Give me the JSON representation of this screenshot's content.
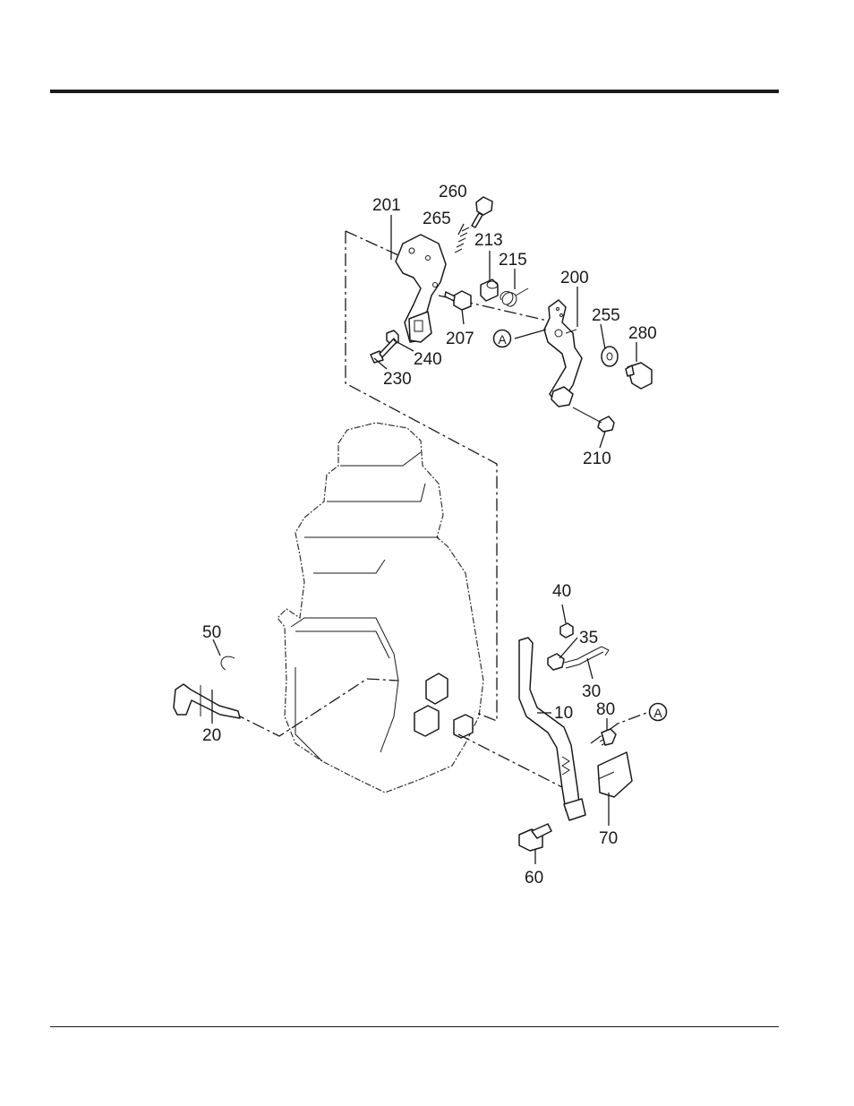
{
  "callouts": [
    {
      "id": "c201",
      "text": "201"
    },
    {
      "id": "c260",
      "text": "260"
    },
    {
      "id": "c265",
      "text": "265"
    },
    {
      "id": "c213",
      "text": "213"
    },
    {
      "id": "c215",
      "text": "215"
    },
    {
      "id": "c200",
      "text": "200"
    },
    {
      "id": "c255",
      "text": "255"
    },
    {
      "id": "c280",
      "text": "280"
    },
    {
      "id": "c207",
      "text": "207"
    },
    {
      "id": "c240",
      "text": "240"
    },
    {
      "id": "c230",
      "text": "230"
    },
    {
      "id": "c210",
      "text": "210"
    },
    {
      "id": "c40",
      "text": "40"
    },
    {
      "id": "c35",
      "text": "35"
    },
    {
      "id": "c30",
      "text": "30"
    },
    {
      "id": "c10",
      "text": "10"
    },
    {
      "id": "c80",
      "text": "80"
    },
    {
      "id": "c50",
      "text": "50"
    },
    {
      "id": "c20",
      "text": "20"
    },
    {
      "id": "c70",
      "text": "70"
    },
    {
      "id": "c60",
      "text": "60"
    }
  ],
  "reference_markers": [
    {
      "id": "refA1",
      "text": "A"
    },
    {
      "id": "refA2",
      "text": "A"
    }
  ]
}
